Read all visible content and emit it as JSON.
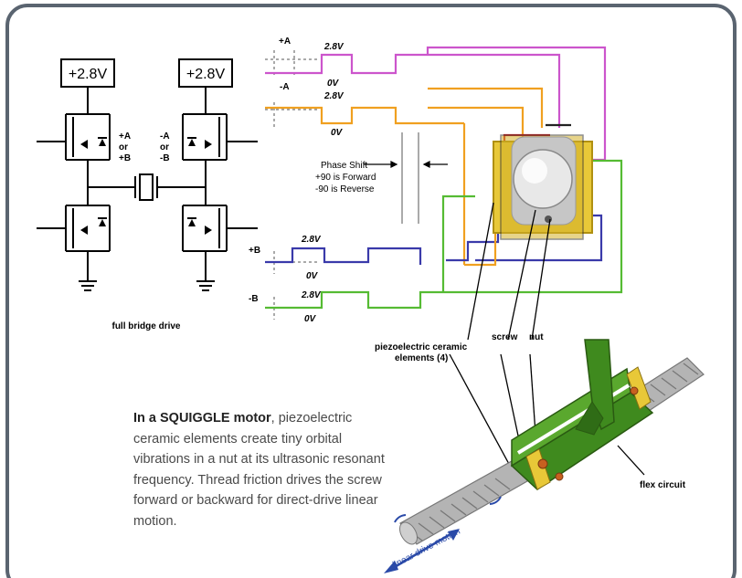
{
  "bridge": {
    "supply_left": "+2.8V",
    "supply_right": "+2.8V",
    "label_left_1": "+A",
    "label_left_2": "or",
    "label_left_3": "+B",
    "label_right_1": "-A",
    "label_right_2": "or",
    "label_right_3": "-B",
    "caption": "full bridge drive"
  },
  "waveforms": {
    "pos_a": "+A",
    "neg_a": "-A",
    "pos_b": "+B",
    "neg_b": "-B",
    "high": "2.8V",
    "low": "0V"
  },
  "phase": {
    "line1": "Phase Shift",
    "line2": "+90 is Forward",
    "line3": "-90 is Reverse"
  },
  "motor_labels": {
    "piezo_1": "piezoelectric ceramic",
    "piezo_2": "elements (4)",
    "screw": "screw",
    "nut": "nut",
    "flex": "flex circuit",
    "motion": "linear drive motion"
  },
  "caption": {
    "bold": "In a SQUIGGLE motor",
    "text": ", piezoelectric ceramic elements create tiny orbital vibrations in a nut at its ultrasonic resonant frequency. Thread friction drives the screw forward or backward for direct-drive linear motion."
  },
  "colors": {
    "frame": "#5a6470",
    "wave_a": "#cc55cc",
    "wave_neg_a": "#f0a020",
    "wave_b": "#3a3aaa",
    "wave_neg_b": "#55bb33",
    "motor_green": "#3f8a1e"
  }
}
